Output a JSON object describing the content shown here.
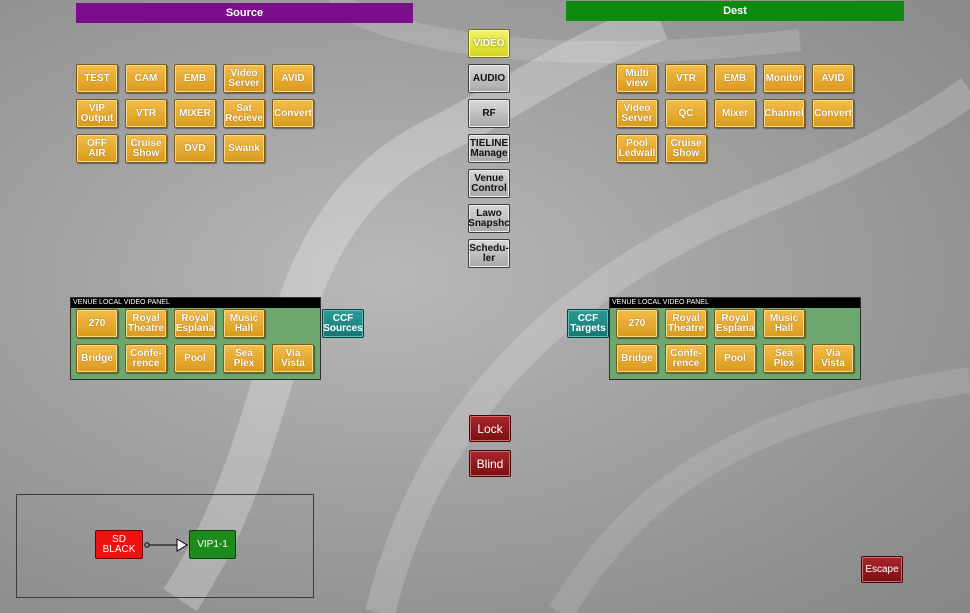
{
  "headers": {
    "source": "Source",
    "dest": "Dest"
  },
  "source_buttons": [
    [
      "TEST",
      "CAM",
      "EMB",
      "Video\nServer",
      "AVID"
    ],
    [
      "VIP\nOutput",
      "VTR",
      "MIXER",
      "Sat\nRecieve",
      "Convert"
    ],
    [
      "OFF\nAIR",
      "Cruise\nShow",
      "DVD",
      "Swank"
    ]
  ],
  "dest_buttons": [
    [
      "Multi\nview",
      "VTR",
      "EMB",
      "Monitor",
      "AVID"
    ],
    [
      "Video\nServer",
      "QC",
      "Mixer",
      "Channel",
      "Convert"
    ],
    [
      "Pool\nLedwall",
      "Cruise\nShow"
    ]
  ],
  "center_buttons": [
    "VIDEO",
    "AUDIO",
    "RF",
    "TIELINE\nManage",
    "Venue\nControl",
    "Lawo\nSnapshc",
    "Schedu-\nler"
  ],
  "venue_panel": {
    "title": "VENUE LOCAL VIDEO PANEL",
    "row1": [
      "270",
      "Royal\nTheatre",
      "Royal\nEsplana",
      "Music\nHall"
    ],
    "row2": [
      "Bridge",
      "Confe-\nrence",
      "Pool",
      "Sea\nPlex",
      "Via\nVista"
    ]
  },
  "ccf": {
    "sources": "CCF\nSources",
    "targets": "CCF\nTargets"
  },
  "actions": {
    "lock": "Lock",
    "blind": "Blind",
    "escape": "Escape"
  },
  "route": {
    "source": "SD BLACK",
    "dest": "VIP1-1"
  },
  "colors": {
    "source_header": "#7b0e8a",
    "dest_header": "#0e8a10",
    "route_source": "#ee1111",
    "route_dest": "#1c8a1c"
  }
}
